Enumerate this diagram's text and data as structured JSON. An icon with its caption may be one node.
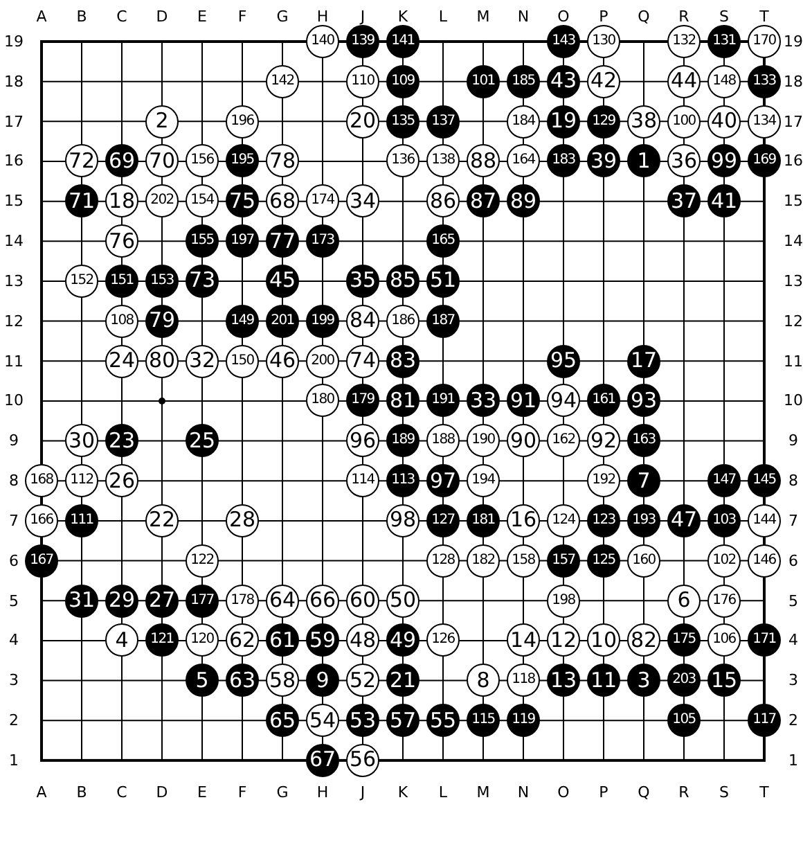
{
  "diagram": {
    "nodes": [
      {
        "text": [
          "140"
        ]
      },
      {
        "text": [
          "139"
        ]
      },
      {
        "text": [
          "141"
        ]
      },
      {
        "text": [
          "143"
        ]
      },
      {
        "text": [
          "130"
        ]
      },
      {
        "text": [
          "132"
        ]
      },
      {
        "text": [
          "131"
        ]
      },
      {
        "text": [
          "170"
        ]
      },
      {
        "text": [
          "142"
        ]
      },
      {
        "text": [
          "110"
        ]
      },
      {
        "text": [
          "109"
        ]
      },
      {
        "text": [
          "101"
        ]
      },
      {
        "text": [
          "185"
        ]
      },
      {
        "text": [
          "43"
        ]
      },
      {
        "text": [
          "42"
        ]
      },
      {
        "text": [
          "44"
        ]
      },
      {
        "text": [
          "148"
        ]
      },
      {
        "text": [
          "133"
        ]
      },
      {
        "text": [
          "2"
        ]
      },
      {
        "text": [
          "196"
        ]
      },
      {
        "text": [
          "20"
        ]
      },
      {
        "text": [
          "135"
        ]
      },
      {
        "text": [
          "137"
        ]
      },
      {
        "text": [
          "184"
        ]
      },
      {
        "text": [
          "19"
        ]
      },
      {
        "text": [
          "129"
        ]
      },
      {
        "text": [
          "38"
        ]
      },
      {
        "text": [
          "100"
        ]
      },
      {
        "text": [
          "40"
        ]
      },
      {
        "text": [
          "134"
        ]
      },
      {
        "text": [
          "72"
        ]
      },
      {
        "text": [
          "69"
        ]
      },
      {
        "text": [
          "70"
        ]
      },
      {
        "text": [
          "156"
        ]
      },
      {
        "text": [
          "195"
        ]
      },
      {
        "text": [
          "78"
        ]
      },
      {
        "text": [
          "136"
        ]
      },
      {
        "text": [
          "138"
        ]
      },
      {
        "text": [
          "88"
        ]
      },
      {
        "text": [
          "164"
        ]
      },
      {
        "text": [
          "183"
        ]
      },
      {
        "text": [
          "39"
        ]
      },
      {
        "text": [
          "1"
        ]
      },
      {
        "text": [
          "36"
        ]
      },
      {
        "text": [
          "99"
        ]
      },
      {
        "text": [
          "169"
        ]
      },
      {
        "text": [
          "71"
        ]
      },
      {
        "text": [
          "18"
        ]
      },
      {
        "text": [
          "202"
        ]
      },
      {
        "text": [
          "154"
        ]
      },
      {
        "text": [
          "75"
        ]
      },
      {
        "text": [
          "68"
        ]
      },
      {
        "text": [
          "174"
        ]
      },
      {
        "text": [
          "34"
        ]
      },
      {
        "text": [
          "86"
        ]
      },
      {
        "text": [
          "87"
        ]
      },
      {
        "text": [
          "89"
        ]
      },
      {
        "text": [
          "37"
        ]
      },
      {
        "text": [
          "41"
        ]
      },
      {
        "text": [
          "76"
        ]
      },
      {
        "text": [
          "155"
        ]
      },
      {
        "text": [
          "197"
        ]
      },
      {
        "text": [
          "77"
        ]
      },
      {
        "text": [
          "173"
        ]
      },
      {
        "text": [
          "165"
        ]
      },
      {
        "text": [
          "152"
        ]
      },
      {
        "text": [
          "151"
        ]
      },
      {
        "text": [
          "153"
        ]
      },
      {
        "text": [
          "73"
        ]
      },
      {
        "text": [
          "45"
        ]
      },
      {
        "text": [
          "35"
        ]
      },
      {
        "text": [
          "85"
        ]
      },
      {
        "text": [
          "51"
        ]
      },
      {
        "text": [
          "108"
        ]
      },
      {
        "text": [
          "79"
        ]
      },
      {
        "text": [
          "149"
        ]
      },
      {
        "text": [
          "201"
        ]
      },
      {
        "text": [
          "199"
        ]
      },
      {
        "text": [
          "84"
        ]
      },
      {
        "text": [
          "186"
        ]
      },
      {
        "text": [
          "187"
        ]
      },
      {
        "text": [
          "24"
        ]
      },
      {
        "text": [
          "80"
        ]
      },
      {
        "text": [
          "32"
        ]
      },
      {
        "text": [
          "150"
        ]
      },
      {
        "text": [
          "46"
        ]
      },
      {
        "text": [
          "200"
        ]
      },
      {
        "text": [
          "74"
        ]
      },
      {
        "text": [
          "83"
        ]
      },
      {
        "text": [
          "95"
        ]
      },
      {
        "text": [
          "17"
        ]
      },
      {
        "text": [
          "180"
        ]
      },
      {
        "text": [
          "179"
        ]
      },
      {
        "text": [
          "81"
        ]
      },
      {
        "text": [
          "191"
        ]
      },
      {
        "text": [
          "33"
        ]
      },
      {
        "text": [
          "91"
        ]
      },
      {
        "text": [
          "94"
        ]
      },
      {
        "text": [
          "161"
        ]
      },
      {
        "text": [
          "93"
        ]
      },
      {
        "text": [
          "30"
        ]
      },
      {
        "text": [
          "23"
        ]
      },
      {
        "text": [
          "25"
        ]
      },
      {
        "text": [
          "96"
        ]
      },
      {
        "text": [
          "189"
        ]
      },
      {
        "text": [
          "188"
        ]
      },
      {
        "text": [
          "190"
        ]
      },
      {
        "text": [
          "90"
        ]
      },
      {
        "text": [
          "162"
        ]
      },
      {
        "text": [
          "92"
        ]
      },
      {
        "text": [
          "163"
        ]
      },
      {
        "text": [
          "168"
        ]
      },
      {
        "text": [
          "112"
        ]
      },
      {
        "text": [
          "26"
        ]
      },
      {
        "text": [
          "114"
        ]
      },
      {
        "text": [
          "113"
        ]
      },
      {
        "text": [
          "97"
        ]
      },
      {
        "text": [
          "194"
        ]
      },
      {
        "text": [
          "192"
        ]
      },
      {
        "text": [
          "7"
        ]
      },
      {
        "text": [
          "147"
        ]
      },
      {
        "text": [
          "145"
        ]
      },
      {
        "text": [
          "166"
        ]
      },
      {
        "text": [
          "111"
        ]
      },
      {
        "text": [
          "22"
        ]
      },
      {
        "text": [
          "28"
        ]
      },
      {
        "text": [
          "98"
        ]
      },
      {
        "text": [
          "127"
        ]
      },
      {
        "text": [
          "181"
        ]
      },
      {
        "text": [
          "16"
        ]
      },
      {
        "text": [
          "124"
        ]
      },
      {
        "text": [
          "123"
        ]
      },
      {
        "text": [
          "193"
        ]
      },
      {
        "text": [
          "47"
        ]
      },
      {
        "text": [
          "103"
        ]
      },
      {
        "text": [
          "144"
        ]
      },
      {
        "text": [
          "167"
        ]
      },
      {
        "text": [
          "122"
        ]
      },
      {
        "text": [
          "128"
        ]
      },
      {
        "text": [
          "182"
        ]
      },
      {
        "text": [
          "158"
        ]
      },
      {
        "text": [
          "157"
        ]
      },
      {
        "text": [
          "125"
        ]
      },
      {
        "text": [
          "160"
        ]
      },
      {
        "text": [
          "102"
        ]
      },
      {
        "text": [
          "146"
        ]
      },
      {
        "text": [
          "31"
        ]
      },
      {
        "text": [
          "29"
        ]
      },
      {
        "text": [
          "27"
        ]
      },
      {
        "text": [
          "177"
        ]
      },
      {
        "text": [
          "178"
        ]
      },
      {
        "text": [
          "64"
        ]
      },
      {
        "text": [
          "66"
        ]
      },
      {
        "text": [
          "60"
        ]
      },
      {
        "text": [
          "50"
        ]
      },
      {
        "text": [
          "198"
        ]
      },
      {
        "text": [
          "6"
        ]
      },
      {
        "text": [
          "176"
        ]
      },
      {
        "text": [
          "4"
        ]
      },
      {
        "text": [
          "121"
        ]
      },
      {
        "text": [
          "120"
        ]
      },
      {
        "text": [
          "62"
        ]
      },
      {
        "text": [
          "61"
        ]
      },
      {
        "text": [
          "59"
        ]
      },
      {
        "text": [
          "48"
        ]
      },
      {
        "text": [
          "49"
        ]
      },
      {
        "text": [
          "126"
        ]
      },
      {
        "text": [
          "14"
        ]
      },
      {
        "text": [
          "12"
        ]
      },
      {
        "text": [
          "10"
        ]
      },
      {
        "text": [
          "82"
        ]
      },
      {
        "text": [
          "175"
        ]
      },
      {
        "text": [
          "106"
        ]
      },
      {
        "text": [
          "171"
        ]
      },
      {
        "text": [
          "5"
        ]
      },
      {
        "text": [
          "63"
        ]
      },
      {
        "text": [
          "58"
        ]
      },
      {
        "text": [
          "9"
        ]
      },
      {
        "text": [
          "52"
        ]
      },
      {
        "text": [
          "21"
        ]
      },
      {
        "text": [
          "8"
        ]
      },
      {
        "text": [
          "118"
        ]
      },
      {
        "text": [
          "13"
        ]
      },
      {
        "text": [
          "11"
        ]
      },
      {
        "text": [
          "3"
        ]
      },
      {
        "text": [
          "203"
        ]
      },
      {
        "text": [
          "15"
        ]
      },
      {
        "text": [
          "65"
        ]
      },
      {
        "text": [
          "54"
        ]
      },
      {
        "text": [
          "53"
        ]
      },
      {
        "text": [
          "57"
        ]
      },
      {
        "text": [
          "55"
        ]
      },
      {
        "text": [
          "115"
        ]
      },
      {
        "text": [
          "119"
        ]
      },
      {
        "text": [
          "105"
        ]
      },
      {
        "text": [
          "117"
        ]
      },
      {
        "text": [
          "67"
        ]
      },
      {
        "text": [
          "56"
        ]
      }
    ],
    "labels": [
      "A",
      "B",
      "C",
      "D",
      "E",
      "F",
      "G",
      "H",
      "J",
      "K",
      "L",
      "M",
      "N",
      "O",
      "P",
      "Q",
      "R",
      "S",
      "T",
      "19",
      "19",
      "18",
      "18",
      "17",
      "17",
      "16",
      "16",
      "15",
      "15",
      "14",
      "14",
      "13",
      "13",
      "12",
      "12",
      "11",
      "11",
      "10",
      "10",
      "9",
      "9",
      "8",
      "8",
      "7",
      "7",
      "6",
      "6",
      "5",
      "5",
      "4",
      "4",
      "3",
      "3",
      "2",
      "2",
      "1",
      "1",
      "A",
      "B",
      "C",
      "D",
      "E",
      "F",
      "G",
      "H",
      "J",
      "K",
      "L",
      "M",
      "N",
      "O",
      "P",
      "Q",
      "R",
      "S",
      "T"
    ]
  }
}
